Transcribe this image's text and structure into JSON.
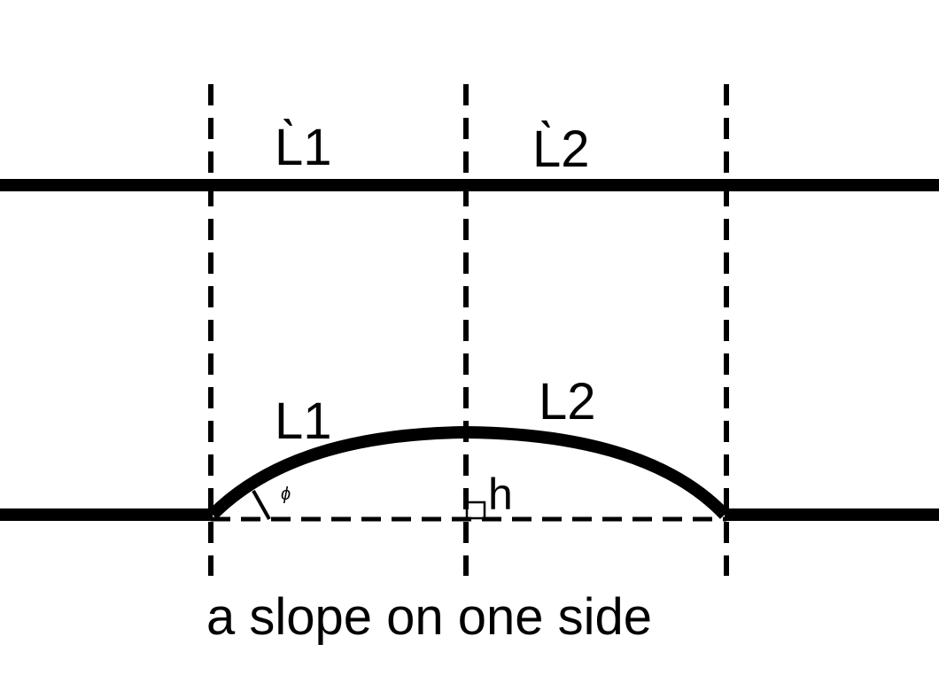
{
  "diagram": {
    "top_labels": {
      "l1": "L̀1",
      "l2": "L̀2"
    },
    "arc_labels": {
      "l1": "L1",
      "l2": "L2"
    },
    "height_label": "h",
    "angle_label": "ϕ",
    "caption": "a slope on one side"
  },
  "colors": {
    "ink": "#000000",
    "background": "#ffffff"
  }
}
